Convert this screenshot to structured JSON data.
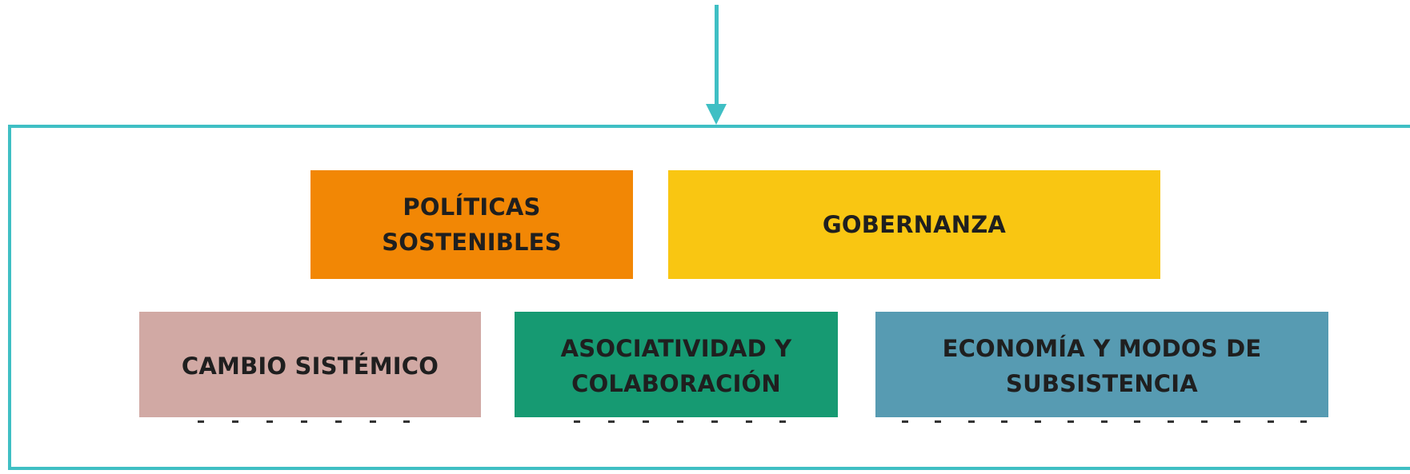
{
  "colors": {
    "connector": "#3fbfc4",
    "politicas": "#f28705",
    "gobernanza": "#f9c612",
    "cambio": "#d1a9a4",
    "asociatividad": "#169a72",
    "economia": "#579bb2"
  },
  "boxes": {
    "politicas": "POLÍTICAS\nSOSTENIBLES",
    "gobernanza": "GOBERNANZA",
    "cambio": "CAMBIO SISTÉMICO",
    "asociatividad": "ASOCIATIVIDAD Y\nCOLABORACIÓN",
    "economia": "ECONOMÍA Y MODOS DE\nSUBSISTENCIA"
  }
}
